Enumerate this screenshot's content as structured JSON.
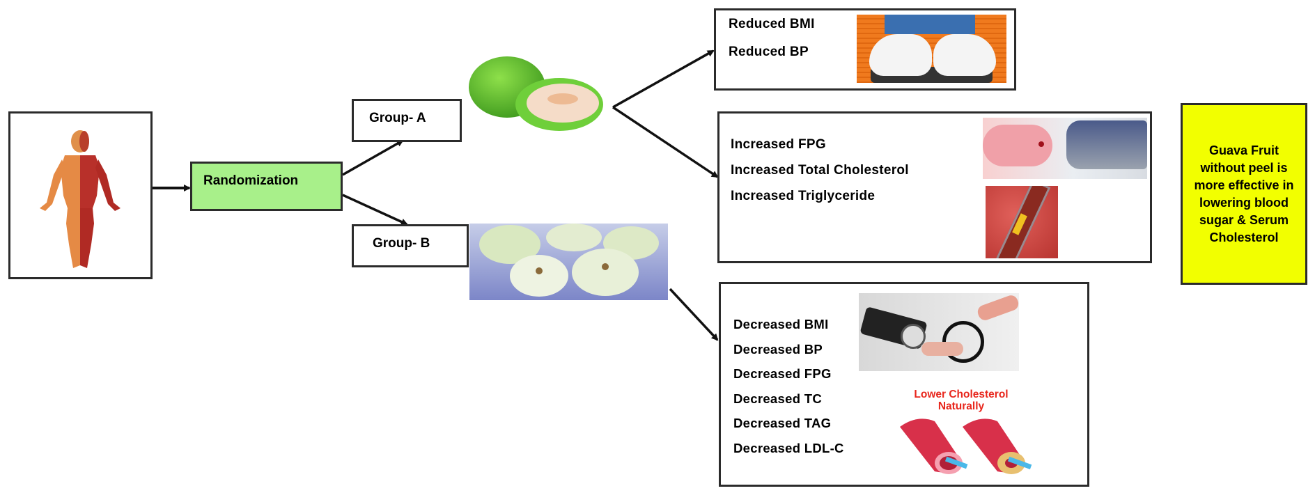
{
  "participant": {
    "icon": "human-anatomy-icon"
  },
  "randomization": {
    "label": "Randomization",
    "color": "#a8f08a"
  },
  "groups": [
    {
      "label": "Group- A",
      "fruit": "whole-guava-with-peel"
    },
    {
      "label": "Group- B",
      "fruit": "peeled-guavas"
    }
  ],
  "outcomes": {
    "group_a_top": {
      "items": [
        "Reduced BMI",
        "Reduced BP"
      ],
      "image": "weighing-scale-feet"
    },
    "group_a_bottom": {
      "items": [
        "Increased FPG",
        "Increased Total Cholesterol",
        "Increased Triglyceride"
      ],
      "images": [
        "glucose-meter-finger",
        "clogged-artery"
      ]
    },
    "group_b": {
      "items": [
        "Decreased BMI",
        "Decreased BP",
        "Decreased FPG",
        "Decreased TC",
        "Decreased TAG",
        "Decreased LDL-C"
      ],
      "images": [
        "blood-pressure-cuff",
        "artery-cross-section"
      ],
      "caption_line1": "Lower Cholesterol",
      "caption_line2": "Naturally",
      "caption_color": "#e8261c"
    }
  },
  "conclusion": {
    "text": "Guava Fruit without peel is more effective in lowering blood sugar & Serum Cholesterol",
    "color": "#f2ff00"
  }
}
